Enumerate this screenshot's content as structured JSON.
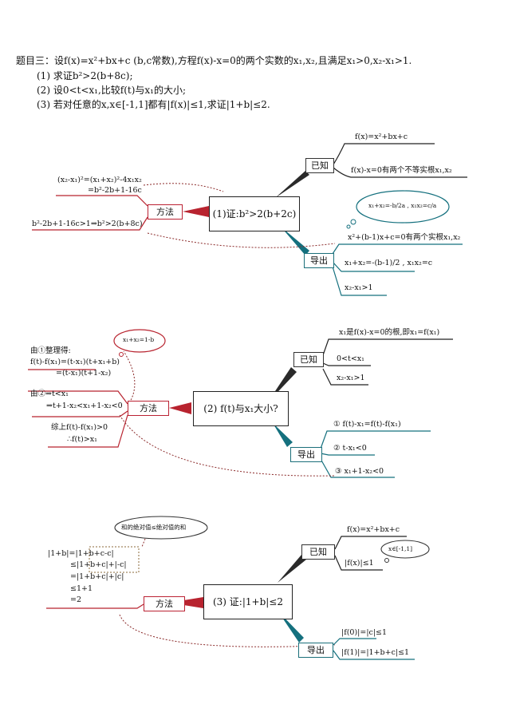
{
  "problem": {
    "title": "题目三：设f(x)=x²+bx+c (b,c常数),方程f(x)-x=0的两个实数的x₁,x₂,且满足x₁>0,x₂-x₁>1.",
    "q1": "(1) 求证b²>2(b+8c);",
    "q2": "(2) 设0<t<x₁,比较f(t)与x₁的大小;",
    "q3": "(3) 若对任意的x,x∈[-1,1]都有|f(x)|≤1,求证|1+b|≤2."
  },
  "part1": {
    "center": "(1)证:b²>2(b+2c)",
    "known_label": "已知",
    "known_items": [
      "f(x)=x²+bx+c",
      "f(x)-x=0有两个不等实根x₁,x₂"
    ],
    "derive_label": "导出",
    "derive_items": [
      "x²+(b-1)x+c=0有两个实根x₁,x₂",
      "x₁+x₂=-(b-1)/2 , x₁x₂=c",
      "x₂-x₁>1"
    ],
    "cloud": "x₁+x₂=-b/2a , x₁x₂=c/a",
    "method_label": "方法",
    "method_line1": "(x₂-x₁)²=(x₁+x₂)²-4x₁x₂",
    "method_line2": "=b²-2b+1-16c",
    "method_line3": "b²-2b+1-16c>1⇒b²>2(b+8c)"
  },
  "part2": {
    "center": "(2) f(t)与x₁大小?",
    "known_label": "已知",
    "known_items": [
      "x₁是f(x)-x=0的根,即x₁=f(x₁)",
      "0<t<x₁",
      "x₂-x₁>1"
    ],
    "derive_label": "导出",
    "derive_items": [
      "① f(t)-x₁=f(t)-f(x₁)",
      "② t-x₁<0",
      "③ x₁+1-x₂<0"
    ],
    "cloud": "x₁+x₂=1-b",
    "method_label": "方法",
    "method_line1": "由①整理得:",
    "method_line2": "f(t)-f(x₁)=(t-x₁)(t+x₁+b)",
    "method_line3": "=(t-x₁)(t+1-x₂)",
    "method_line4": "由②⇒t<x₁",
    "method_line5": "⇒t+1-x₂<x₁+1-x₂<0",
    "method_line6": "综上f(t)-f(x₁)>0",
    "method_line7": "∴f(t)>x₁"
  },
  "part3": {
    "center": "(3) 证:|1+b|≤2",
    "known_label": "已知",
    "known_items": [
      "f(x)=x²+bx+c",
      "|f(x)|≤1"
    ],
    "derive_label": "导出",
    "derive_items": [
      "|f(0)|=|c|≤1",
      "|f(1)|=|1+b+c|≤1"
    ],
    "cloud": "和的绝对值≤绝对值的和",
    "cloud2": "x∈[-1,1]",
    "method_label": "方法",
    "method_line1": "|1+b|=|1+b+c-c|",
    "method_line2": "≤|1+b+c|+|-c|",
    "method_line3": "=|1+b+c|+|c|",
    "method_line4": "≤1+1",
    "method_line5": "=2"
  },
  "colors": {
    "red": "#b8232f",
    "teal": "#14707e",
    "dark": "#222222"
  }
}
